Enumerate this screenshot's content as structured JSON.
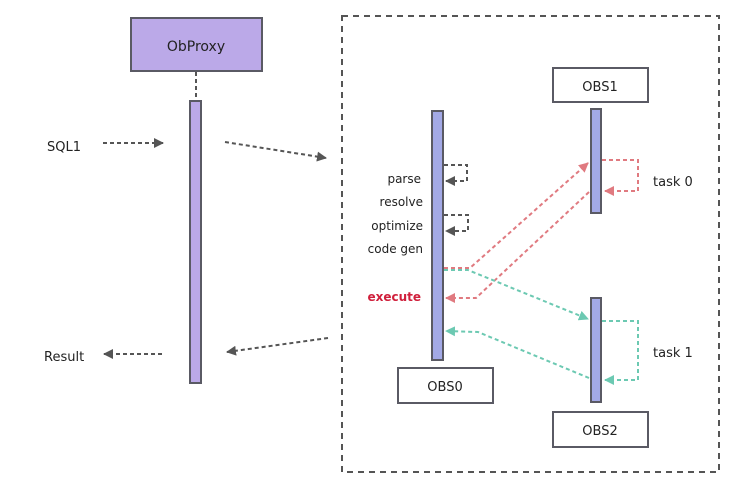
{
  "proxy": {
    "label": "ObProxy"
  },
  "inputs": {
    "sql": "SQL1",
    "result": "Result"
  },
  "servers": {
    "obs0": "OBS0",
    "obs1": "OBS1",
    "obs2": "OBS2"
  },
  "phases": {
    "parse": "parse",
    "resolve": "resolve",
    "optimize": "optimize",
    "codegen": "code gen",
    "execute": "execute"
  },
  "tasks": {
    "task0": "task 0",
    "task1": "task 1"
  },
  "colors": {
    "proxy_fill": "#bba9e8",
    "server_bar": "#a3a9e6",
    "stroke": "#5a5a64",
    "red_arrow": "#e07a80",
    "teal_arrow": "#6cc9b2",
    "execute_text": "#d0203c",
    "gray_arrow": "#555555"
  }
}
